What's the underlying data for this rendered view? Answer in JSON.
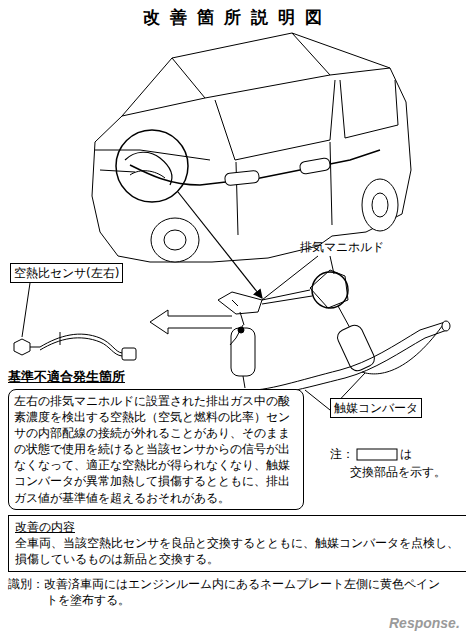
{
  "diagram": {
    "title": "改 善 箇 所 説 明 図",
    "nodes": [
      {
        "text": [
          "空熱比センサ(左右)"
        ]
      },
      {
        "text": [
          "基準不適合発生箇所",
          "左右の排気マニホルドに設置された排出ガス中の酸素濃度を検出する空熱比（空気と燃料の比率）センサの内部配線の接続が外れることがあり、そのままの状態で使用を続けると当該センサからの信号が出なくなって、適正な空熱比が得られなくなり、触媒コンバータが異常加熱して損傷するとともに、排出ガス値が基準値を超えるおそれがある。"
        ]
      },
      {
        "text": [
          "触媒コンバータ"
        ]
      },
      {
        "text": [
          "改善の内容",
          "全車両、当該空熱比センサを良品と交換するとともに、触媒コンバータを点検し、損傷しているものは新品と交換する。"
        ]
      }
    ],
    "labels": [
      "排気マニホルド",
      "注：",
      "は",
      "交換部品を示す。",
      "識別：改善済車両にはエンジンルーム内にあるネームプレート左側に黄色ペイントを塗布する。",
      "Response."
    ]
  }
}
